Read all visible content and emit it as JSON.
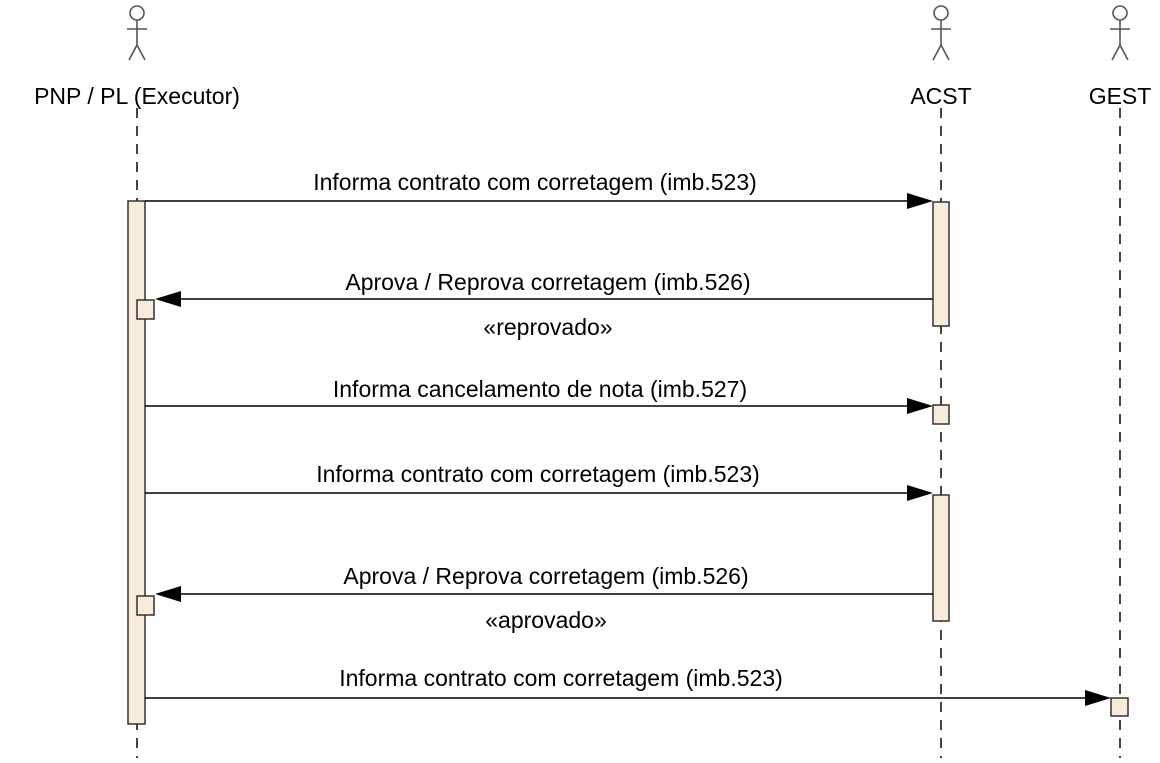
{
  "actors": [
    {
      "id": "executor",
      "name": "PNP / PL (Executor)"
    },
    {
      "id": "acst",
      "name": "ACST"
    },
    {
      "id": "gest",
      "name": "GEST"
    }
  ],
  "messages": [
    {
      "id": "m1",
      "from": "executor",
      "to": "acst",
      "label": "Informa contrato com corretagem (imb.523)",
      "stereotype": ""
    },
    {
      "id": "m2",
      "from": "acst",
      "to": "executor",
      "label": "Aprova / Reprova corretagem (imb.526)",
      "stereotype": "«reprovado»"
    },
    {
      "id": "m3",
      "from": "executor",
      "to": "acst",
      "label": "Informa cancelamento de nota (imb.527)",
      "stereotype": ""
    },
    {
      "id": "m4",
      "from": "executor",
      "to": "acst",
      "label": "Informa contrato com corretagem (imb.523)",
      "stereotype": ""
    },
    {
      "id": "m5",
      "from": "acst",
      "to": "executor",
      "label": "Aprova / Reprova corretagem (imb.526)",
      "stereotype": "«aprovado»"
    },
    {
      "id": "m6",
      "from": "executor",
      "to": "gest",
      "label": "Informa contrato com corretagem (imb.523)",
      "stereotype": ""
    }
  ],
  "colors": {
    "activation_fill": "#f8ebdc",
    "line": "#333333",
    "actor_stroke": "#555555"
  }
}
